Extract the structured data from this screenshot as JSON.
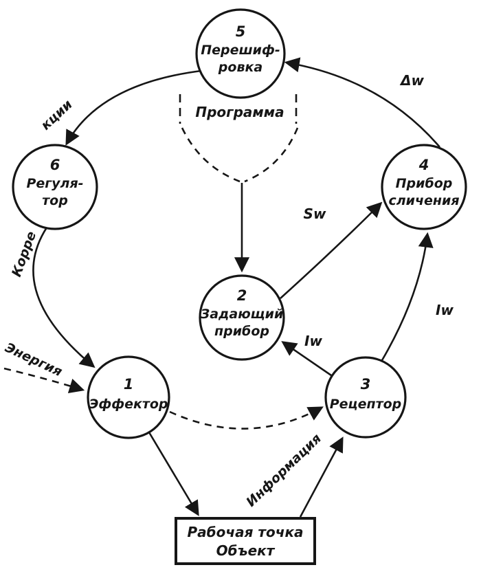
{
  "nodes": {
    "recoder": {
      "num": "5",
      "line1": "Перешиф-",
      "line2": "ровка"
    },
    "regulator": {
      "num": "6",
      "line1": "Регуля-",
      "line2": "тор"
    },
    "comparator": {
      "num": "4",
      "line1": "Прибор",
      "line2": "сличения"
    },
    "setpoint": {
      "num": "2",
      "line1": "Задающий",
      "line2": "прибор"
    },
    "effector": {
      "num": "1",
      "line1": "Эффектор"
    },
    "receptor": {
      "num": "3",
      "line1": "Рецептор"
    }
  },
  "object_box": {
    "line1": "Рабочая точка",
    "line2": "Объект"
  },
  "labels": {
    "delta_w": "Δw",
    "program": "Программа",
    "sw": "Sw",
    "iw_setpoint": "Iw",
    "iw_comparator": "Iw",
    "energy": "Энергия",
    "information": "Информация",
    "correction_lower": "Корре",
    "correction_upper": "кции"
  },
  "colors": {
    "ink": "#161616",
    "paper": "#ffffff"
  }
}
